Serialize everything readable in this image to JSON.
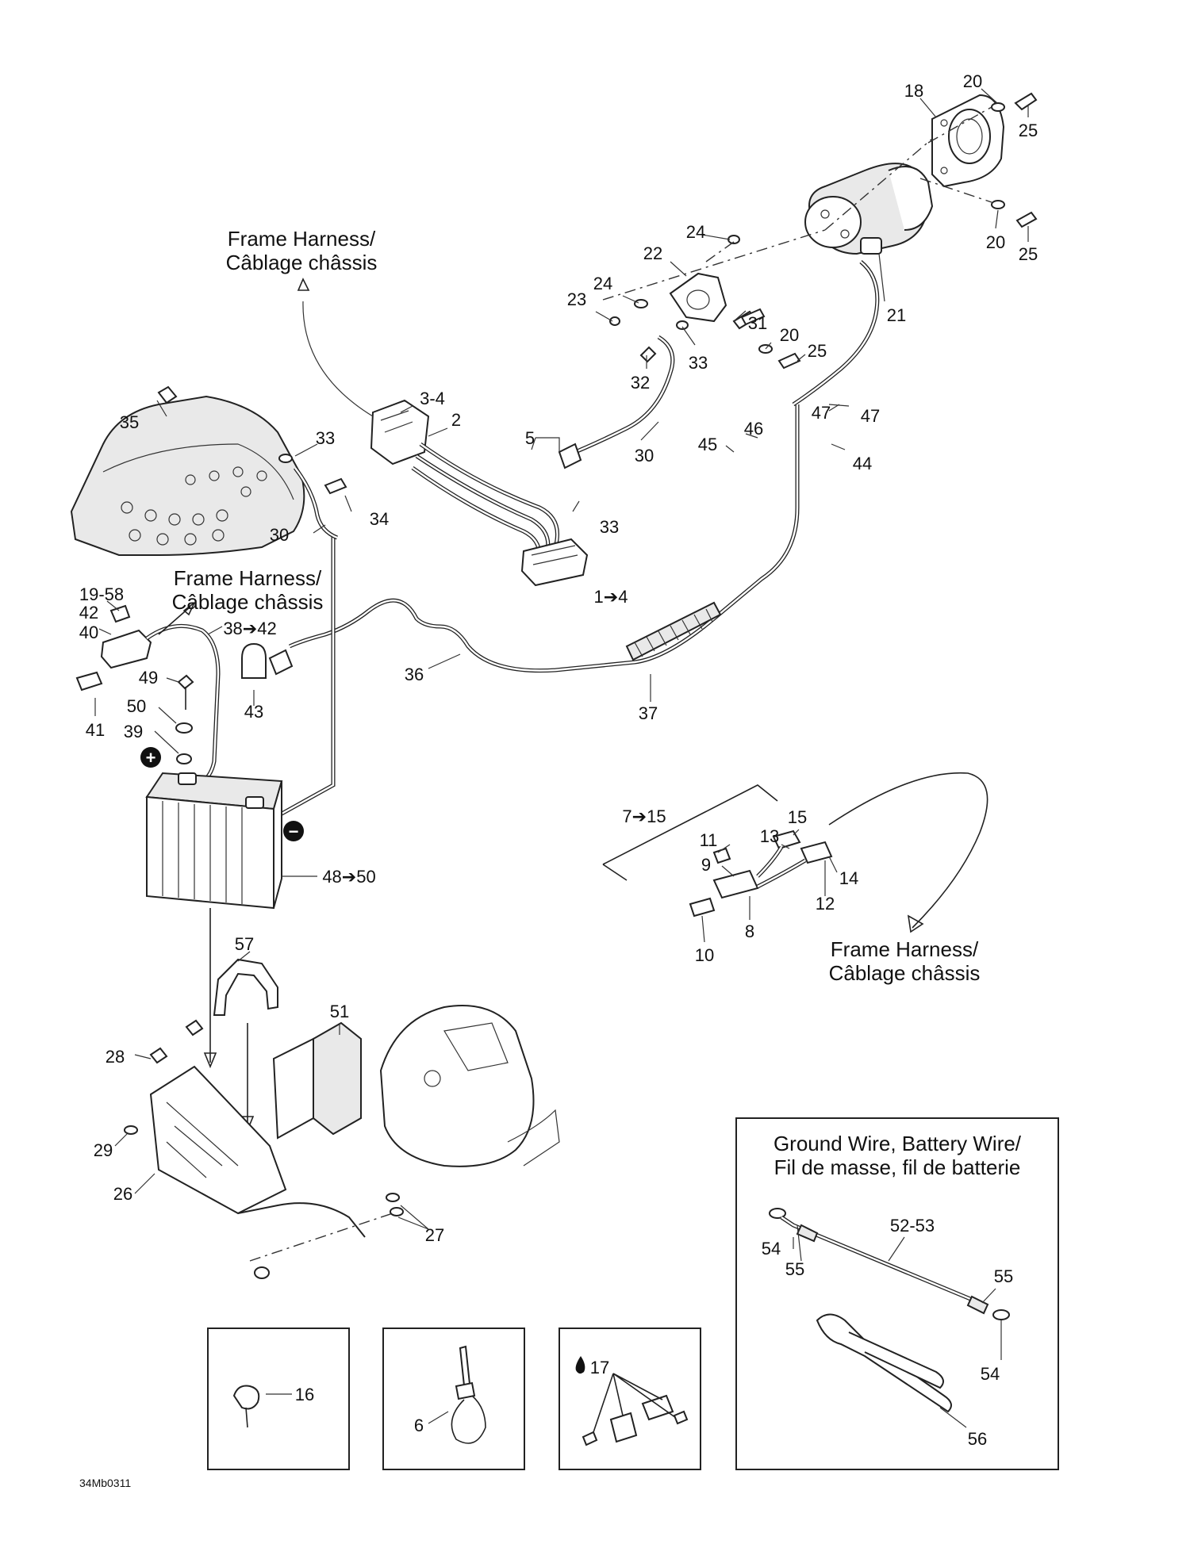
{
  "labels": {
    "frame_harness_top": [
      "Frame Harness/",
      "Câblage châssis"
    ],
    "frame_harness_mid": [
      "Frame Harness/",
      "Câblage châssis"
    ],
    "frame_harness_right": [
      "Frame Harness/",
      "Câblage châssis"
    ],
    "ground_wire_box": [
      "Ground Wire, Battery Wire/",
      "Fil de masse, fil de batterie"
    ],
    "figure_code": "34Mb0311"
  },
  "callouts": {
    "c20a": "20",
    "c25a": "25",
    "c18": "18",
    "c24a": "24",
    "c22": "22",
    "c20b": "20",
    "c25b": "25",
    "c21": "21",
    "c24b": "24",
    "c23": "23",
    "c31": "31",
    "c20c": "20",
    "c25c": "25",
    "c32": "32",
    "c33a": "33",
    "c34": "3-4",
    "c2": "2",
    "c5": "5",
    "c30a": "30",
    "c47a": "47",
    "c47b": "47",
    "c46": "46",
    "c45": "45",
    "c44": "44",
    "c33b": "33",
    "c14range": "1➔4",
    "c35": "35",
    "c33c": "33",
    "c34b": "34",
    "c30b": "30",
    "c1958": "19-58",
    "c42": "42",
    "c40": "40",
    "c3842": "38➔42",
    "c49": "49",
    "c50": "50",
    "c39": "39",
    "c41": "41",
    "c43": "43",
    "c36": "36",
    "c37": "37",
    "c4850": "48➔50",
    "c715": "7➔15",
    "c15": "15",
    "c13": "13",
    "c11": "11",
    "c9": "9",
    "c14": "14",
    "c12": "12",
    "c8": "8",
    "c10": "10",
    "c57": "57",
    "c51": "51",
    "c28": "28",
    "c29": "29",
    "c26": "26",
    "c27": "27",
    "c16": "16",
    "c6": "6",
    "c17": "17",
    "c5253": "52-53",
    "c54a": "54",
    "c55a": "55",
    "c55b": "55",
    "c54b": "54",
    "c56": "56"
  },
  "symbols": {
    "positive": "+",
    "negative": "−",
    "drop": "💧"
  }
}
